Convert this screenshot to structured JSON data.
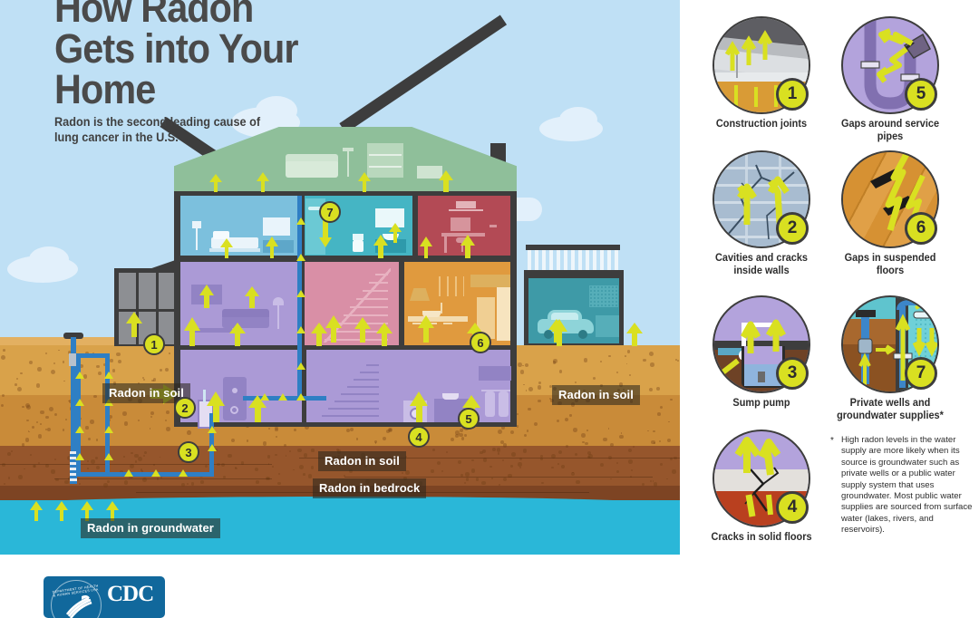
{
  "header": {
    "title_line1": "How Radon",
    "title_line2": "Gets into Your",
    "title_line3": "Home",
    "subtitle": "Radon is the second leading cause of lung cancer in the U.S."
  },
  "illustration": {
    "ground_labels": [
      {
        "id": "radon-in-soil-left",
        "text": "Radon in soil"
      },
      {
        "id": "radon-in-soil-center",
        "text": "Radon in soil"
      },
      {
        "id": "radon-in-bedrock",
        "text": "Radon in bedrock"
      },
      {
        "id": "radon-in-groundwater",
        "text": "Radon in groundwater"
      },
      {
        "id": "radon-in-soil-right",
        "text": "Radon in soil"
      }
    ],
    "callout_badges": [
      "1",
      "2",
      "3",
      "4",
      "5",
      "6",
      "7"
    ]
  },
  "entry_points": [
    {
      "number": "1",
      "label": "Construction joints",
      "icon": "construction-joints-icon"
    },
    {
      "number": "2",
      "label": "Cavities and cracks inside walls",
      "icon": "wall-cracks-icon"
    },
    {
      "number": "3",
      "label": "Sump pump",
      "icon": "sump-pump-icon"
    },
    {
      "number": "4",
      "label": "Cracks in solid floors",
      "icon": "floor-cracks-icon"
    },
    {
      "number": "5",
      "label": "Gaps around service pipes",
      "icon": "service-pipes-icon"
    },
    {
      "number": "6",
      "label": "Gaps in suspended floors",
      "icon": "suspended-floors-icon"
    },
    {
      "number": "7",
      "label": "Private wells and groundwater supplies*",
      "icon": "private-well-icon"
    }
  ],
  "footnote": {
    "marker": "*",
    "text": "High radon levels in the water supply are more likely when its source is groundwater such as private wells or a public water supply system that uses groundwater. Most public water supplies are sourced from surface water (lakes, rivers, and reservoirs)."
  },
  "logo": {
    "text": "CDC",
    "seal_text": "DEPARTMENT OF HEALTH & HUMAN SERVICES USA"
  },
  "colors": {
    "accent_yellow": "#d9e021",
    "sky": "#bfe0f5",
    "groundwater": "#2ab7d8",
    "outline": "#3d3d3d",
    "cdc_blue": "#11689c"
  }
}
